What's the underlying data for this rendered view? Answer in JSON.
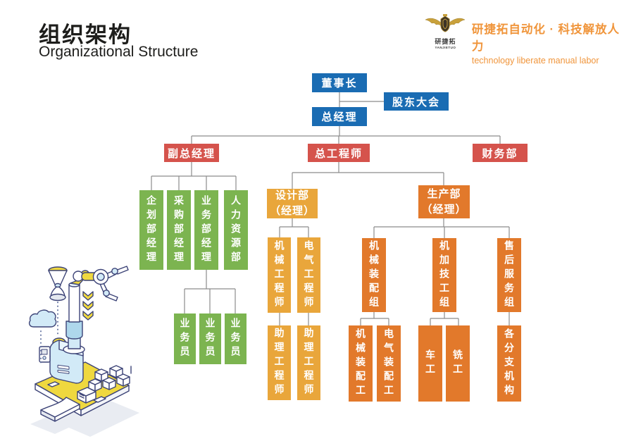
{
  "header": {
    "title_zh": "组织架构",
    "title_en": "Organizational Structure"
  },
  "logo": {
    "emblem_label": "研捷拓",
    "emblem_sublabel": "YANJIETUO",
    "tagline_zh": "研捷拓自动化 · 科技解放人力",
    "tagline_en": "technology liberate manual labor"
  },
  "colors": {
    "blue": "#1a6cb3",
    "red": "#d5534c",
    "green": "#7cb450",
    "amber": "#e9a63b",
    "orange": "#e2792b",
    "line": "#8c8c8c",
    "logo_orange": "#f0953b",
    "gold": "#c9a13b"
  },
  "chart": {
    "type": "org-chart",
    "nodes": {
      "chairman": {
        "label": "董事长"
      },
      "shareholders": {
        "label": "股东大会"
      },
      "general_manager": {
        "label": "总经理"
      },
      "deputy_gm": {
        "label": "副总经理"
      },
      "chief_engineer": {
        "label": "总工程师"
      },
      "finance_dept": {
        "label": "财务部"
      },
      "planning_manager": {
        "label": "企划部经理"
      },
      "purchasing_manager": {
        "label": "采购部经理"
      },
      "business_manager": {
        "label": "业务部经理"
      },
      "hr_dept": {
        "label": "人力资源部"
      },
      "salesperson_1": {
        "label": "业务员"
      },
      "salesperson_2": {
        "label": "业务员"
      },
      "salesperson_3": {
        "label": "业务员"
      },
      "design_dept": {
        "label": "设计部",
        "sublabel": "（经理）"
      },
      "production_dept": {
        "label": "生产部",
        "sublabel": "（经理）"
      },
      "mechanical_engineer": {
        "label": "机械工程师"
      },
      "electrical_engineer": {
        "label": "电气工程师"
      },
      "assistant_engineer_1": {
        "label": "助理工程师"
      },
      "assistant_engineer_2": {
        "label": "助理工程师"
      },
      "mech_assembly_group": {
        "label": "机械装配组"
      },
      "machining_group": {
        "label": "机加技工组"
      },
      "after_sales_group": {
        "label": "售后服务组"
      },
      "mech_assembler": {
        "label": "机械装配工"
      },
      "elec_assembler": {
        "label": "电气装配工"
      },
      "lathe_worker": {
        "label": "车工"
      },
      "mill_worker": {
        "label": "铣工"
      },
      "branch_offices": {
        "label": "各分支机构"
      }
    }
  }
}
